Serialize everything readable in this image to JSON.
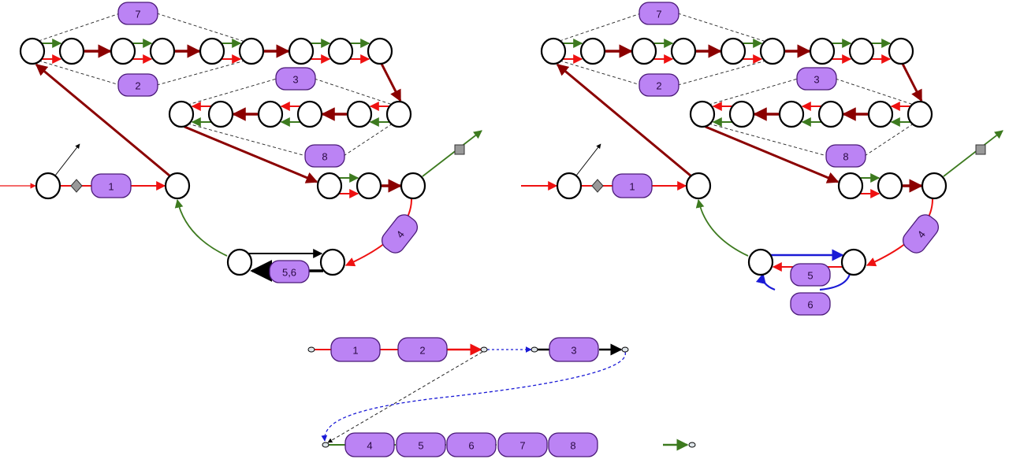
{
  "colors": {
    "red": "#ee1111",
    "dark_red": "#8b0000",
    "green": "#3d7a1f",
    "black": "#000000",
    "blue": "#1a1ad6",
    "label_fill": "#bb83f4",
    "label_stroke": "#4b1a78",
    "gray_marker": "#999999"
  },
  "panels": [
    {
      "name": "left-graph",
      "labels": [
        "7",
        "2",
        "3",
        "8",
        "1",
        "4",
        "5,6"
      ]
    },
    {
      "name": "right-graph",
      "labels": [
        "7",
        "2",
        "3",
        "8",
        "1",
        "4",
        "5",
        "6"
      ]
    }
  ],
  "bottom_sequence": {
    "row1": [
      "1",
      "2"
    ],
    "row1b": [
      "3"
    ],
    "row2": [
      "4",
      "5",
      "6",
      "7",
      "8"
    ]
  }
}
